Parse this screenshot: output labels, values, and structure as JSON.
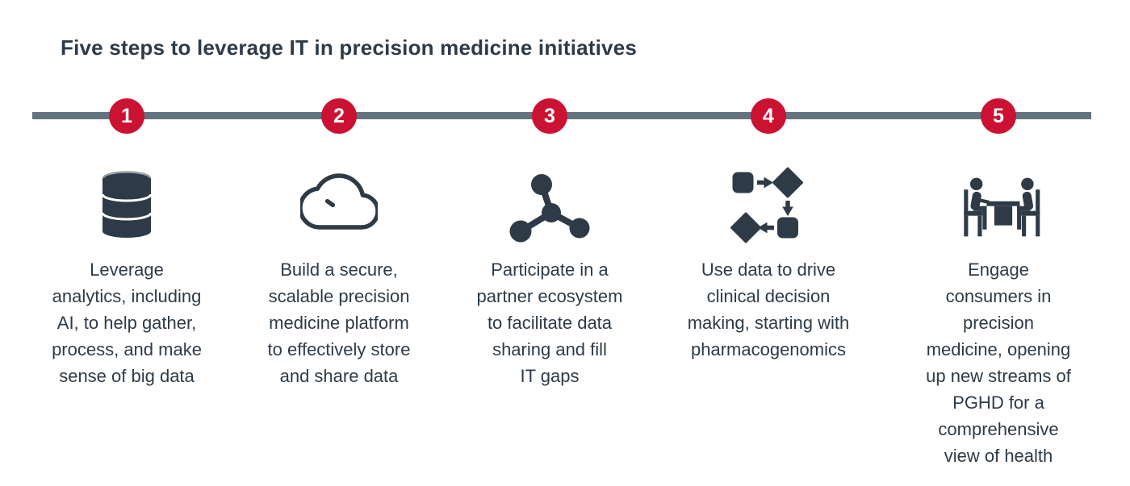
{
  "title": "Five steps to leverage IT in precision medicine initiatives",
  "colors": {
    "accent_red": "#cb1232",
    "timeline_gray": "#64747f",
    "text_dark": "#2e3b47",
    "badge_number_white": "#ffffff",
    "background": "#ffffff"
  },
  "timeline": {
    "step_count": 5
  },
  "steps": [
    {
      "number": "1",
      "icon": "database-icon",
      "description": "Leverage\nanalytics, including\nAI, to help gather,\nprocess, and make\nsense of big data"
    },
    {
      "number": "2",
      "icon": "cloud-icon",
      "description": "Build a secure,\nscalable precision\nmedicine platform\nto effectively store\nand share data"
    },
    {
      "number": "3",
      "icon": "partner-network-icon",
      "description": "Participate in a\npartner ecosystem\nto facilitate data\nsharing and fill\nIT gaps"
    },
    {
      "number": "4",
      "icon": "decision-workflow-icon",
      "description": "Use data to drive\nclinical decision\nmaking, starting with\npharmacogenomics"
    },
    {
      "number": "5",
      "icon": "consumer-meeting-icon",
      "description": "Engage\nconsumers in\nprecision\nmedicine, opening\nup new streams of\nPGHD for a\ncomprehensive\nview of health"
    }
  ]
}
